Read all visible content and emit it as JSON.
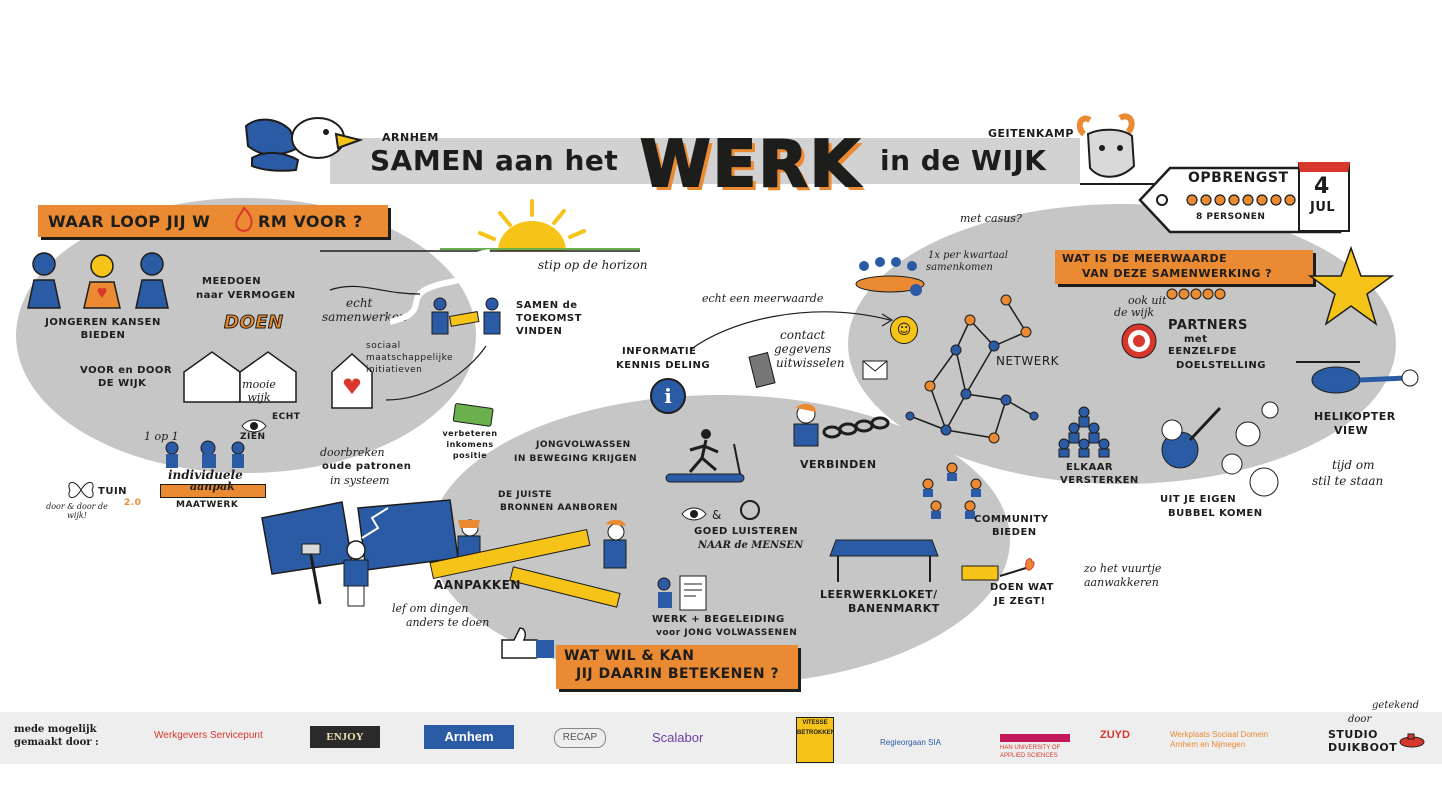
{
  "header": {
    "city": "ARNHEM",
    "title_left": "SAMEN aan het",
    "title_big": "WERK",
    "title_right": "in de WIJK",
    "neighbourhood": "GEITENKAMP"
  },
  "yield_tag": {
    "label": "OPBRENGST",
    "people": "8 PERSONEN",
    "day": "4",
    "month": "JUL"
  },
  "section_left": {
    "banner": "WAAR LOOP JIJ WARM VOOR ?",
    "banner_part1": "WAAR LOOP JIJ W",
    "banner_part2": "RM VOOR ?",
    "labels": {
      "youth": "JONGEREN KANSEN BIEDEN",
      "participate_1": "MEEDOEN",
      "participate_2": "naar VERMOGEN",
      "do": "DOEN",
      "for_by_1": "VOOR en DOOR",
      "for_by_2": "DE WIJK",
      "nice_hood": "mooie wijk",
      "collab_1": "echt",
      "collab_2": "samenwerken",
      "social": "sociaal maatschappelijke initiatieven",
      "future_1": "SAMEN de",
      "future_2": "TOEKOMST",
      "future_3": "VINDEN",
      "horizon": "stip op de horizon",
      "see_1": "ECHT",
      "see_2": "ZIEN",
      "one_on_one": "1 op 1",
      "individual_1": "individuele",
      "individual_2": "aanpak",
      "custom": "MAATWERK",
      "income": "verbeteren inkomens positie",
      "break_1": "doorbreken",
      "break_2": "oude patronen",
      "break_3": "in systeem",
      "garden_1": "TUIN",
      "garden_2": "2.0",
      "garden_note": "door & door de wijk!"
    }
  },
  "section_bottom": {
    "banner_1": "WAT WIL & KAN",
    "banner_2": "JIJ DAARIN BETEKENEN ?",
    "labels": {
      "info_1": "INFORMATIE",
      "info_2": "KENNIS DELING",
      "youth_move_1": "JONGVOLWASSEN",
      "youth_move_2": "IN BEWEGING KRIJGEN",
      "sources_1": "DE JUISTE",
      "sources_2": "BRONNEN AANBOREN",
      "listen_1": "GOED LUISTEREN",
      "listen_2": "NAAR de MENSEN",
      "tackle": "AANPAKKEN",
      "differently_1": "lef om dingen",
      "differently_2": "anders te doen",
      "guidance_1": "WERK + BEGELEIDING",
      "guidance_2": "voor JONG VOLWASSENEN",
      "connect": "VERBINDEN",
      "market_1": "LEERWERKLOKET/",
      "market_2": "BANENMARKT",
      "contact_1": "contact",
      "contact_2": "gegevens",
      "contact_3": "uitwisselen",
      "added_value": "echt een meerwaarde",
      "do_say_1": "DOEN WAT",
      "do_say_2": "JE ZEGT!",
      "fire": "zo het vuurtje aanwakkeren"
    }
  },
  "section_right": {
    "banner_1": "WAT IS DE MEERWAARDE",
    "banner_2": "VAN DEZE SAMENWERKING ?",
    "labels": {
      "cases": "met casus?",
      "quarterly_1": "1x per kwartaal",
      "quarterly_2": "samenkomen",
      "neighbourhood_1": "ook uit",
      "neighbourhood_2": "de wijk",
      "partners_1": "PARTNERS",
      "partners_2": "met",
      "partners_3": "EENZELFDE",
      "partners_4": "DOELSTELLING",
      "network": "NETWERK",
      "strengthen_1": "ELKAAR",
      "strengthen_2": "VERSTERKEN",
      "community_1": "COMMUNITY",
      "community_2": "BIEDEN",
      "helicopter_1": "HELIKOPTER",
      "helicopter_2": "VIEW",
      "stand_still_1": "tijd om",
      "stand_still_2": "stil te staan",
      "bubble_1": "UIT JE EIGEN",
      "bubble_2": "BUBBEL KOMEN"
    }
  },
  "footer": {
    "made_possible_1": "mede mogelijk",
    "made_possible_2": "gemaakt door :",
    "logos": [
      "Werkgevers Servicepunt",
      "ENJOY",
      "Arnhem",
      "RECAP",
      "Scalabor",
      "VITESSE BETROKKEN",
      "Regieorgaan SIA",
      "HAN UNIVERSITY OF APPLIED SCIENCES",
      "ZUYD",
      "Werkplaats Sociaal Domein Arnhem en Nijmegen",
      "STUDIO DUIKBOOT"
    ],
    "drawn_by_1": "getekend",
    "drawn_by_2": "door",
    "studio_1": "STUDIO",
    "studio_2": "DUIKBOOT"
  },
  "colors": {
    "orange": "#ea8a32",
    "blue": "#2c5ba6",
    "grey_blob": "#c6c6c6",
    "yellow": "#f6c318",
    "red": "#d8372e",
    "ink": "#1d1d1b"
  },
  "icons": [
    "eagle-icon",
    "goat-icon",
    "sun-icon",
    "star-icon",
    "info-icon",
    "helicopter-icon",
    "target-icon",
    "treadmill-icon",
    "market-stall-icon",
    "thumbs-up-icon",
    "house-icon",
    "calendar-icon",
    "money-icon",
    "butterfly-icon",
    "smiley-icon",
    "matchbox-icon",
    "envelope-icon",
    "phone-icon",
    "clipboard-icon",
    "eye-icon",
    "headphones-icon",
    "chain-icon",
    "network-icon"
  ]
}
